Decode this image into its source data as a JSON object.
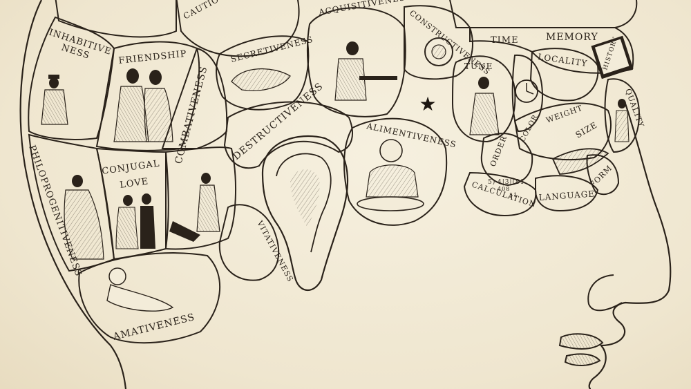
{
  "labels": {
    "inhabitiveness_1": "INHABITIVE",
    "inhabitiveness_2": "NESS",
    "friendship": "FRIENDSHIP",
    "cautiousness": "CAUTIOUS",
    "secretiveness": "SECRETIVENESS",
    "acquisitiveness": "ACQUISITIVENESS",
    "constructiveness": "CONSTRUCTIVENESS",
    "time": "TIME",
    "memory": "MEMORY",
    "locality": "LOCALITY",
    "history": "HISTORY",
    "tune": "TUNE",
    "combativeness": "COMBATIVENESS",
    "destructiveness": "DESTRUCTIVENESS",
    "alimentiveness": "ALIMENTIVENESS",
    "weight": "WEIGHT",
    "color": "COLOR",
    "size": "SIZE",
    "quality": "QUALITY",
    "order": "ORDER",
    "philoprogenitiveness": "PHILOPROGENITIVENESS",
    "conjugal_1": "CONJUGAL",
    "conjugal_2": "LOVE",
    "vitativeness": "VITATIVENESS",
    "calculation": "CALCULATION",
    "language": "LANGUAGE",
    "form": "FORM",
    "amativeness": "AMATIVENESS",
    "calc_numbers_1": "5)",
    "calc_numbers_2": "4|3|(81",
    "calc_numbers_3": "408",
    "calc_numbers_4": "51"
  },
  "star_symbol": "★",
  "colors": {
    "paper": "#f3ecd9",
    "ink": "#2a221a"
  }
}
